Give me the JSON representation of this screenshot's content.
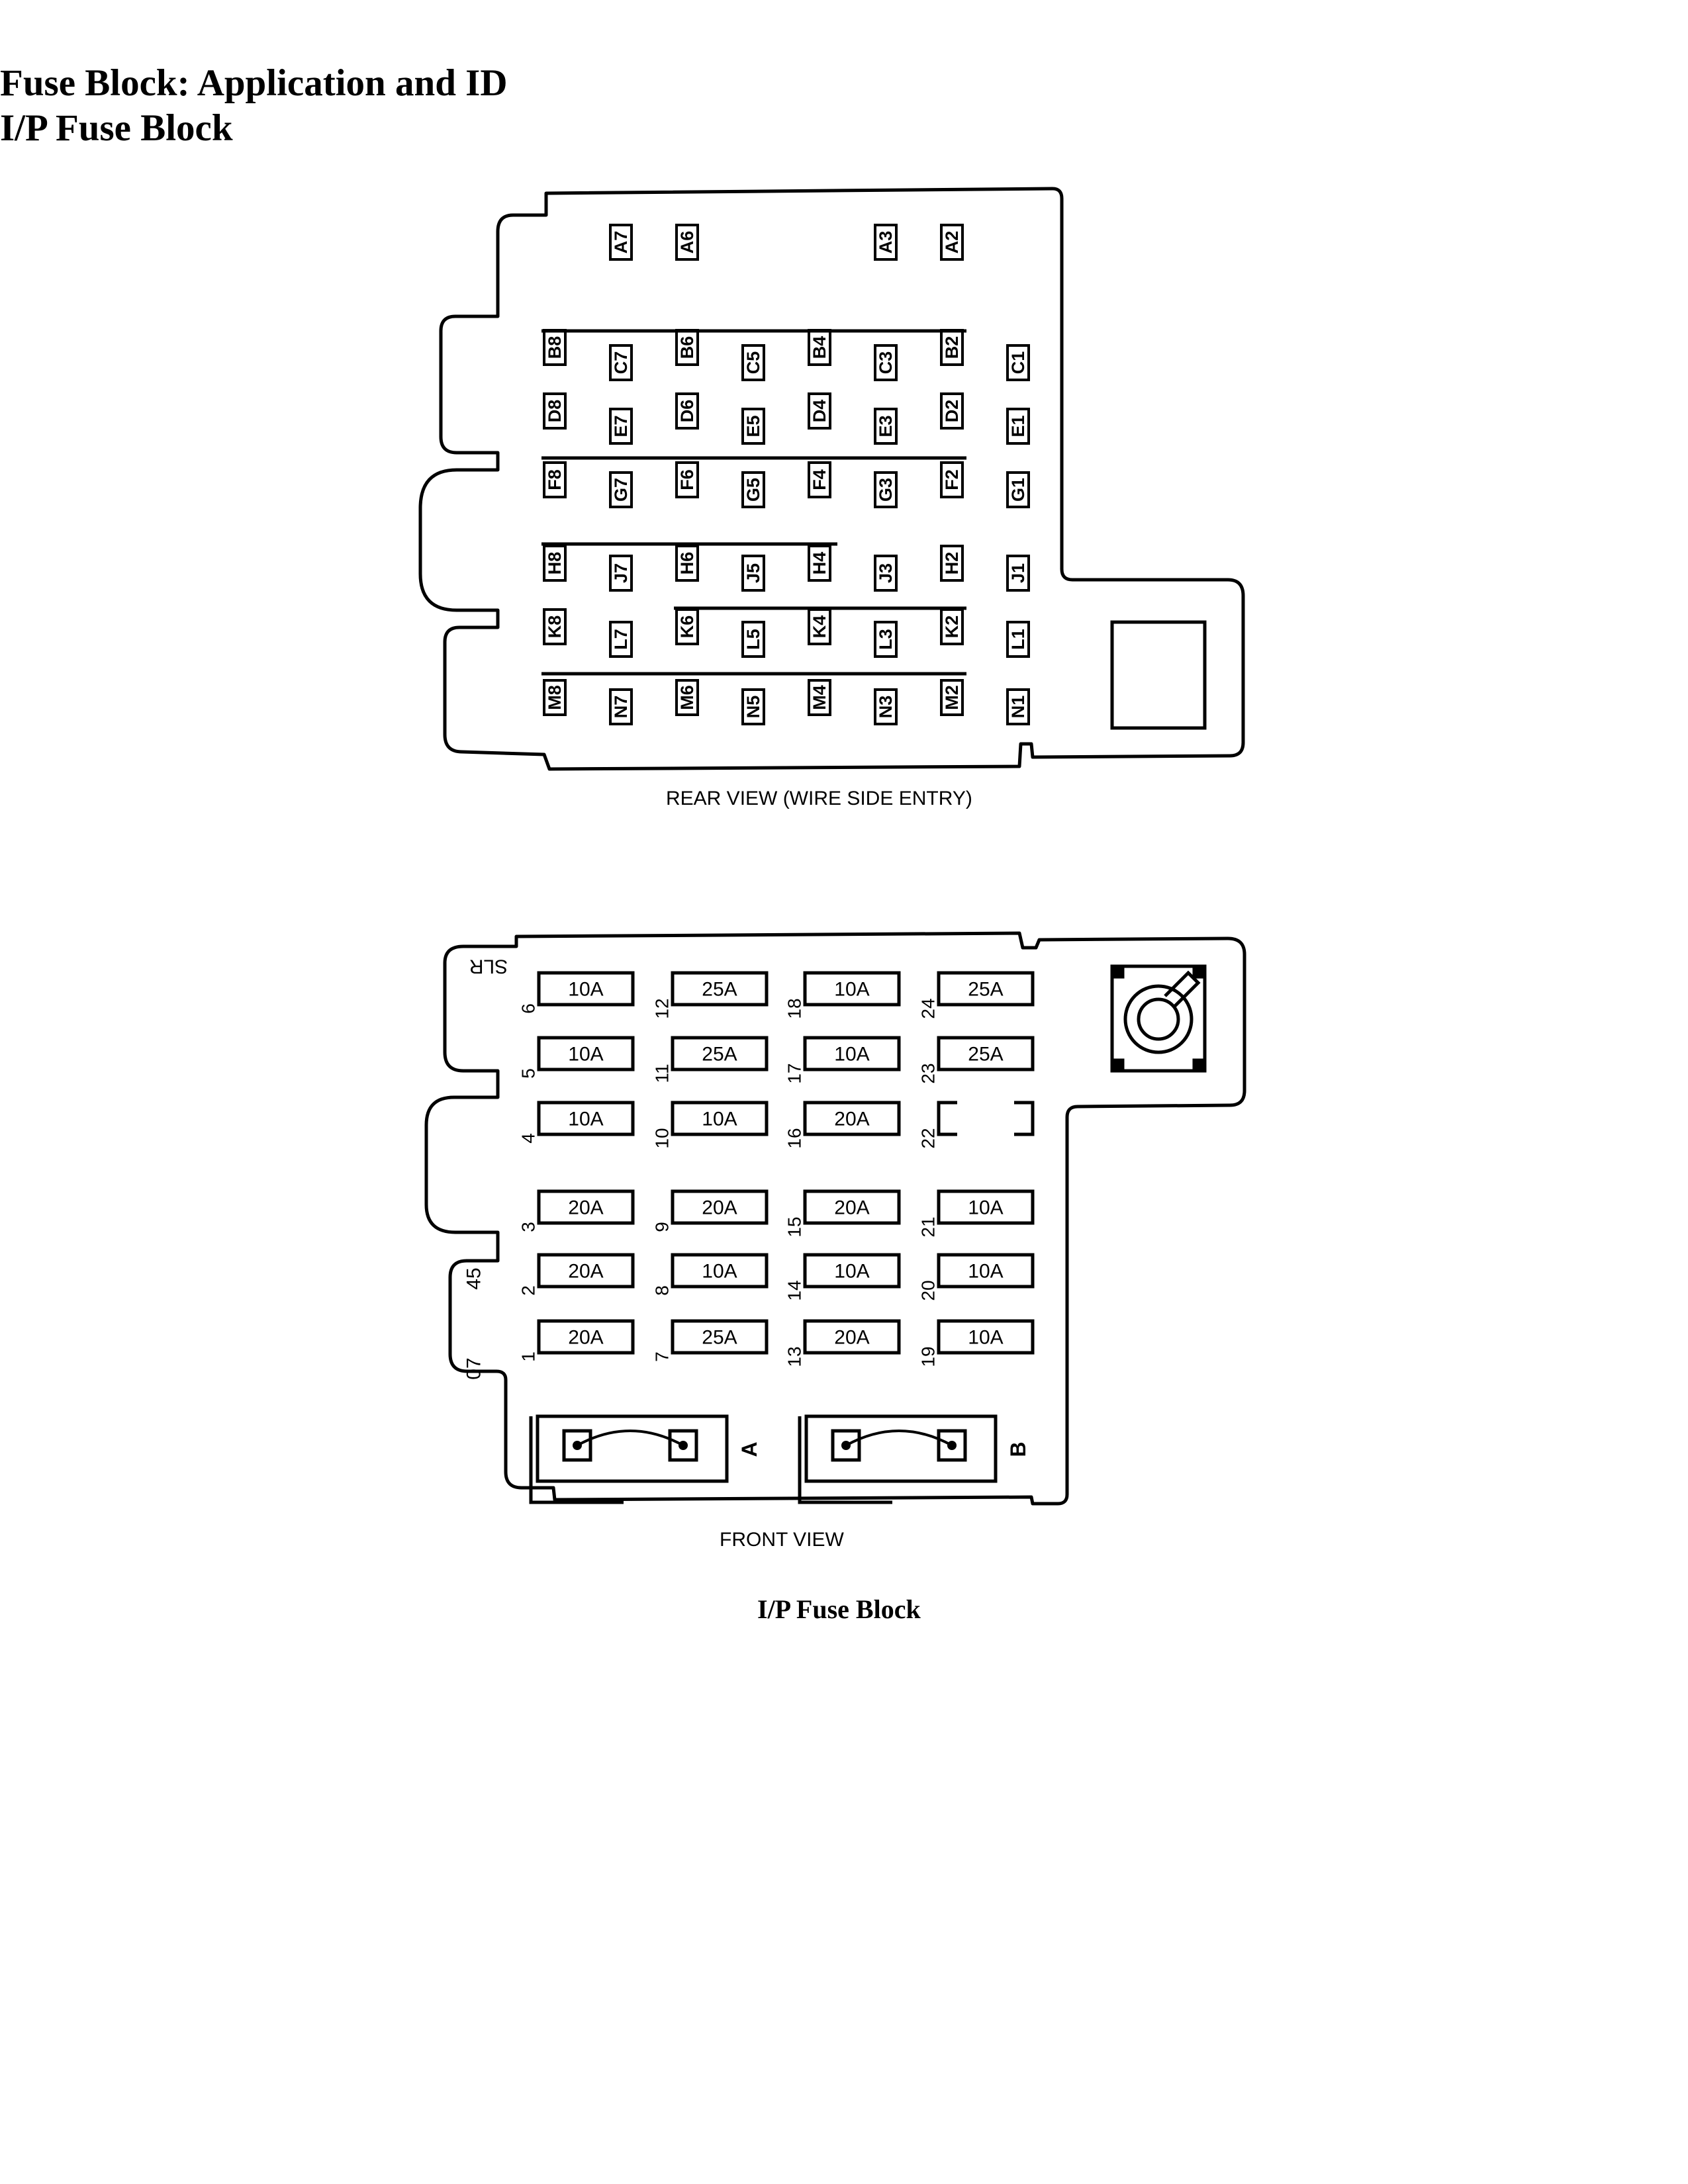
{
  "header": {
    "title": "Fuse Block: Application and ID",
    "subtitle": "I/P Fuse Block"
  },
  "rear_view": {
    "caption": "REAR VIEW (WIRE SIDE ENTRY)",
    "top_row": [
      "A7",
      "A6",
      "A3",
      "A2"
    ],
    "rows": [
      [
        "B8",
        "C7",
        "B6",
        "C5",
        "B4",
        "C3",
        "B2",
        "C1"
      ],
      [
        "D8",
        "E7",
        "D6",
        "E5",
        "D4",
        "E3",
        "D2",
        "E1"
      ],
      [
        "F8",
        "G7",
        "F6",
        "G5",
        "F4",
        "G3",
        "F2",
        "G1"
      ],
      [
        "H8",
        "J7",
        "H6",
        "J5",
        "H4",
        "J3",
        "H2",
        "J1"
      ],
      [
        "K8",
        "L7",
        "K6",
        "L5",
        "K4",
        "L3",
        "K2",
        "L1"
      ],
      [
        "M8",
        "N7",
        "M6",
        "N5",
        "M4",
        "N3",
        "M2",
        "N1"
      ]
    ]
  },
  "front_view": {
    "caption": "FRONT VIEW",
    "corner_label": "SLR",
    "side_labels": [
      "45",
      "07"
    ],
    "columns": [
      {
        "numbers": [
          "6",
          "5",
          "4",
          "3",
          "2",
          "1"
        ],
        "ratings": [
          "10A",
          "10A",
          "10A",
          "20A",
          "20A",
          "20A"
        ]
      },
      {
        "numbers": [
          "12",
          "11",
          "10",
          "9",
          "8",
          "7"
        ],
        "ratings": [
          "25A",
          "25A",
          "10A",
          "20A",
          "10A",
          "25A"
        ]
      },
      {
        "numbers": [
          "18",
          "17",
          "16",
          "15",
          "14",
          "13"
        ],
        "ratings": [
          "10A",
          "10A",
          "20A",
          "20A",
          "10A",
          "20A"
        ]
      },
      {
        "numbers": [
          "24",
          "23",
          "22",
          "21",
          "20",
          "19"
        ],
        "ratings": [
          "25A",
          "25A",
          "",
          "10A",
          "10A",
          "10A"
        ]
      }
    ],
    "breakers": [
      "A",
      "B"
    ]
  },
  "figure_caption": "I/P Fuse Block"
}
